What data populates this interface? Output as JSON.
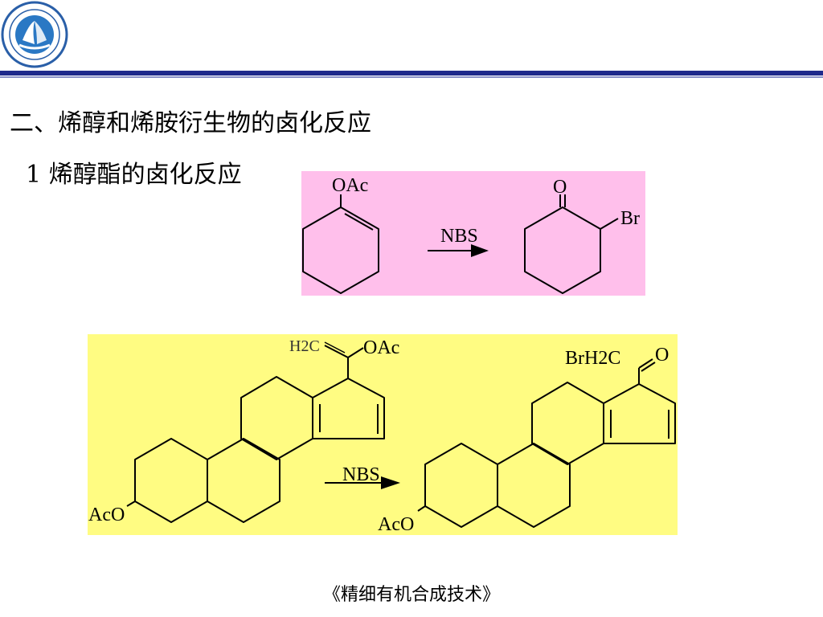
{
  "header": {
    "logo_icon": "school-logo-icon",
    "rule_color": "#1f2a8c"
  },
  "slide": {
    "title": "二、烯醇和烯胺衍生物的卤化反应",
    "subtitle": "1  烯醇酯的卤化反应",
    "footer": "《精细有机合成技术》"
  },
  "reaction1": {
    "background": "#ffbfeb",
    "reactant_label": "OAc",
    "reagent": "NBS",
    "product_oxygen": "O",
    "product_bromine": "Br"
  },
  "reaction2": {
    "background": "#fffc82",
    "reactant_ch2": "H2C",
    "reactant_oac": "OAc",
    "reactant_aco": "AcO",
    "reagent": "NBS",
    "product_group": "BrH2C",
    "product_oxygen": "O",
    "product_aco": "AcO"
  }
}
